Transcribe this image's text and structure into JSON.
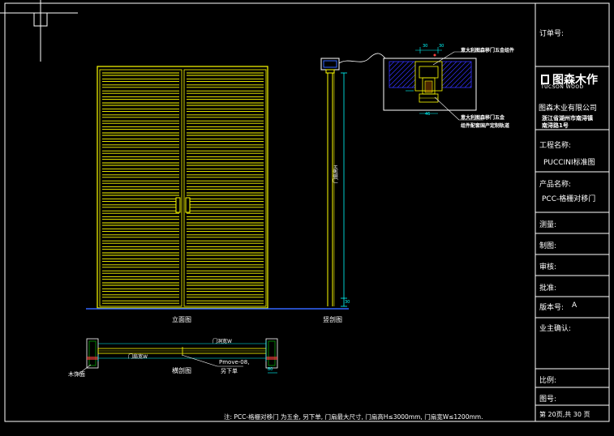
{
  "title_block": {
    "order_no_label": "订单号:",
    "logo_cn": "图森木作",
    "logo_en": "TUCSON WOOD",
    "company": "图森木业有限公司",
    "address_line1": "浙江省湖州市南浔镇",
    "address_line2": "南浔路1号",
    "project_label": "工程名称:",
    "project_value": "PUCCINI标准图",
    "product_label": "产品名称:",
    "product_value": "PCC-格栅对移门",
    "survey_label": "测量:",
    "drawn_label": "制图:",
    "review_label": "审核:",
    "approve_label": "批准:",
    "version_label": "版本号:",
    "version_value": "A",
    "owner_label": "业主确认:",
    "scale_label": "比例:",
    "drawing_no_label": "图号:",
    "page_info": "第 20页,共 30 页"
  },
  "views": {
    "elevation": "立面图",
    "vertical_section": "竖剖图",
    "horizontal_section": "横剖图"
  },
  "annotations": {
    "top_detail_top": "意大利图森移门五金组件",
    "top_detail_bottom1": "意大利图森移门五金",
    "top_detail_bottom2": "组件配套国产定制轨道",
    "door_width": "门扇宽W",
    "opening_width": "门洞宽W",
    "hardware_model": "Pmove-08,",
    "hardware_note": "另下单",
    "wood_wrap": "木饰面",
    "door_height": "门扇高H",
    "dim_30": "30",
    "dim_80": "80",
    "dim_46": "46"
  },
  "note": "注: PCC-格栅对移门 为五金, 另下单, 门扇最大尺寸, 门扇高H≤3000mm, 门扇宽W≤1200mm.",
  "colors": {
    "frame": "#ffffff",
    "door": "#ffff00",
    "dimension": "#00ffff",
    "wall": "#0000ff",
    "hatch": "#3333ff",
    "accent": "#ff4040",
    "base": "#00a0ff"
  }
}
